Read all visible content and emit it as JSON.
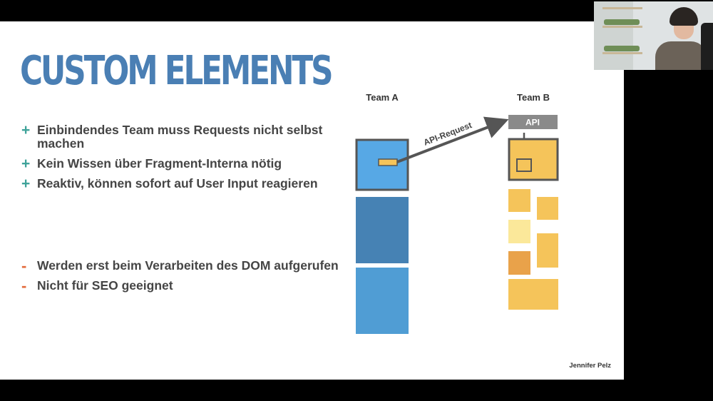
{
  "slide": {
    "title": "CUSTOM ELEMENTS",
    "pros": [
      {
        "marker": "+",
        "text": "Einbindendes Team muss Requests nicht selbst machen"
      },
      {
        "marker": "+",
        "text": "Kein Wissen über Fragment-Interna nötig"
      },
      {
        "marker": "+",
        "text": "Reaktiv, können sofort auf User Input reagieren"
      }
    ],
    "cons": [
      {
        "marker": "-",
        "text": "Werden erst beim Verarbeiten des DOM aufgerufen"
      },
      {
        "marker": "-",
        "text": "Nicht für SEO geeignet"
      }
    ],
    "author": "Jennifer Pelz"
  },
  "diagram": {
    "team_a_label": "Team A",
    "team_b_label": "Team B",
    "api_label": "API",
    "request_label": "API-Request",
    "colors": {
      "team_a_light": "#57a8e5",
      "team_a_dark": "#4682b4",
      "team_a_mid": "#509dd4",
      "team_b_primary": "#f5c45a",
      "team_b_pale": "#fbe89a",
      "team_b_orange": "#e9a24a",
      "api_box": "#8a8a8a",
      "arrow": "#555555",
      "plus_marker": "#3fa39a",
      "minus_marker": "#e36b3c",
      "title": "#4a7fb4"
    }
  }
}
